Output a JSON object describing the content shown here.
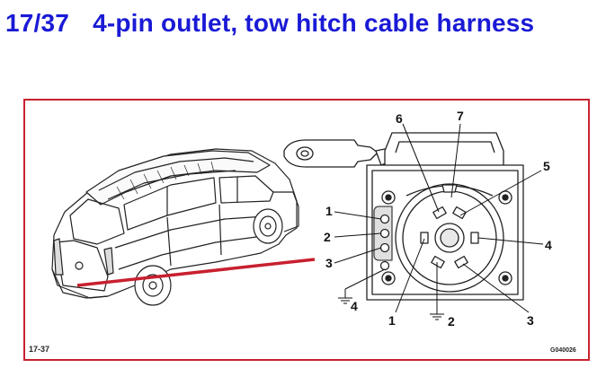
{
  "title": {
    "number": "17/37",
    "text": "4-pin outlet, tow hitch cable harness"
  },
  "diagram": {
    "left_labels": [
      "1",
      "2",
      "3",
      "4"
    ],
    "socket_labels": [
      "6",
      "7",
      "5",
      "4",
      "3",
      "2",
      "1"
    ],
    "footer_left": "17-37",
    "footer_right": "G040026"
  },
  "colors": {
    "title": "#1a1ad6",
    "frame": "#c8202f",
    "pointer": "#c8202f",
    "line": "#111111"
  }
}
